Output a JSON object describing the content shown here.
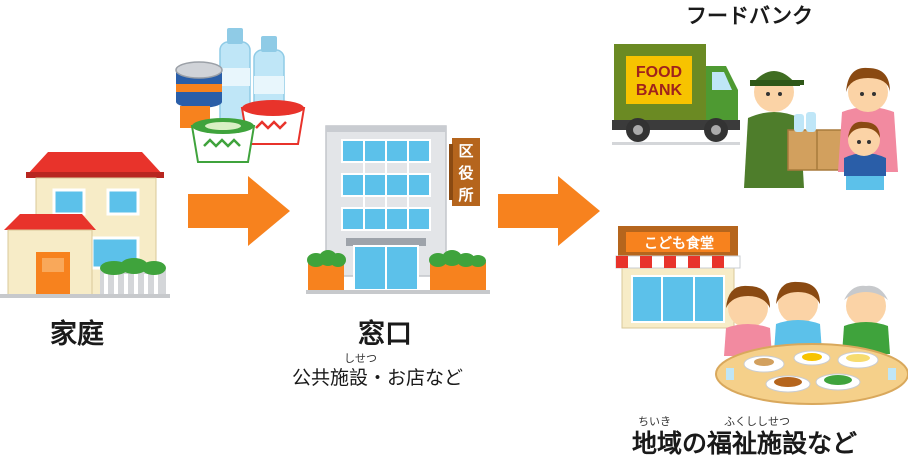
{
  "nodes": {
    "home": {
      "label": "家庭"
    },
    "counter": {
      "label": "窓口",
      "sub_label": "公共施設・お店など",
      "ruby": "しせつ",
      "sign": [
        "区",
        "役",
        "所"
      ]
    },
    "foodbank": {
      "label": "フードバンク",
      "truck_text": [
        "FOOD",
        "BANK"
      ]
    },
    "welfare": {
      "label": "地域の福祉施設など",
      "ruby_chiiki": "ちいき",
      "ruby_fukushi": "ふくししせつ",
      "shop_sign": "こども食堂"
    }
  },
  "colors": {
    "arrow": "#f7821e",
    "roof_red": "#e8332b",
    "wall_cream": "#f7ecc7",
    "window_blue": "#5cc1ea",
    "building_gray": "#e3e5e8",
    "sign_brown": "#b5651d",
    "truck_green": "#4e9a32",
    "truck_box": "#6b8a23",
    "truck_panel": "#f7c300",
    "table": "#f5d08a"
  }
}
